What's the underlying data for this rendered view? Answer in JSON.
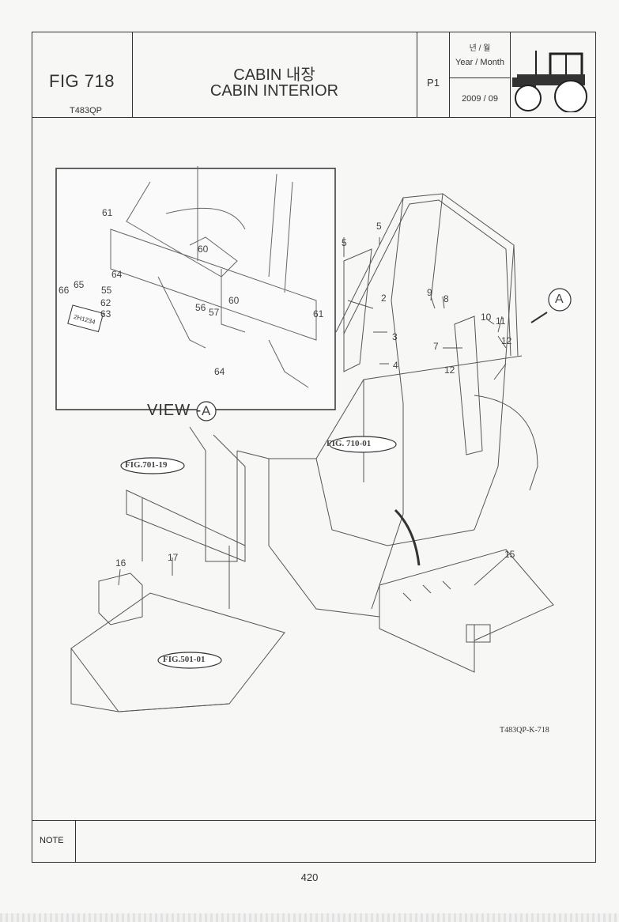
{
  "header": {
    "fig_number": "FIG 718",
    "model_code": "T483QP",
    "title_ko": "CABIN 내장",
    "title_en": "CABIN INTERIOR",
    "page_id": "P1",
    "year_month_ko": "년 / 월",
    "year_month_en": "Year / Month",
    "date": "2009  / 09"
  },
  "diagram": {
    "view_label": "VIEW -",
    "view_marker": "A",
    "callout_marker": "A",
    "fig_refs": [
      "FIG. 710-01",
      "FIG.701-19",
      "FIG.501-01"
    ],
    "drawing_code": "T483QP-K-718",
    "plate_text": "2H1234",
    "part_numbers_main": [
      "5",
      "5",
      "2",
      "3",
      "4",
      "9",
      "8",
      "10",
      "11",
      "12",
      "7",
      "12",
      "15",
      "16",
      "17"
    ],
    "part_numbers_view": [
      "61",
      "60",
      "64",
      "66",
      "65",
      "55",
      "62",
      "63",
      "56",
      "57",
      "60",
      "61",
      "64"
    ]
  },
  "footer": {
    "note_label": "NOTE",
    "page_number": "420"
  }
}
